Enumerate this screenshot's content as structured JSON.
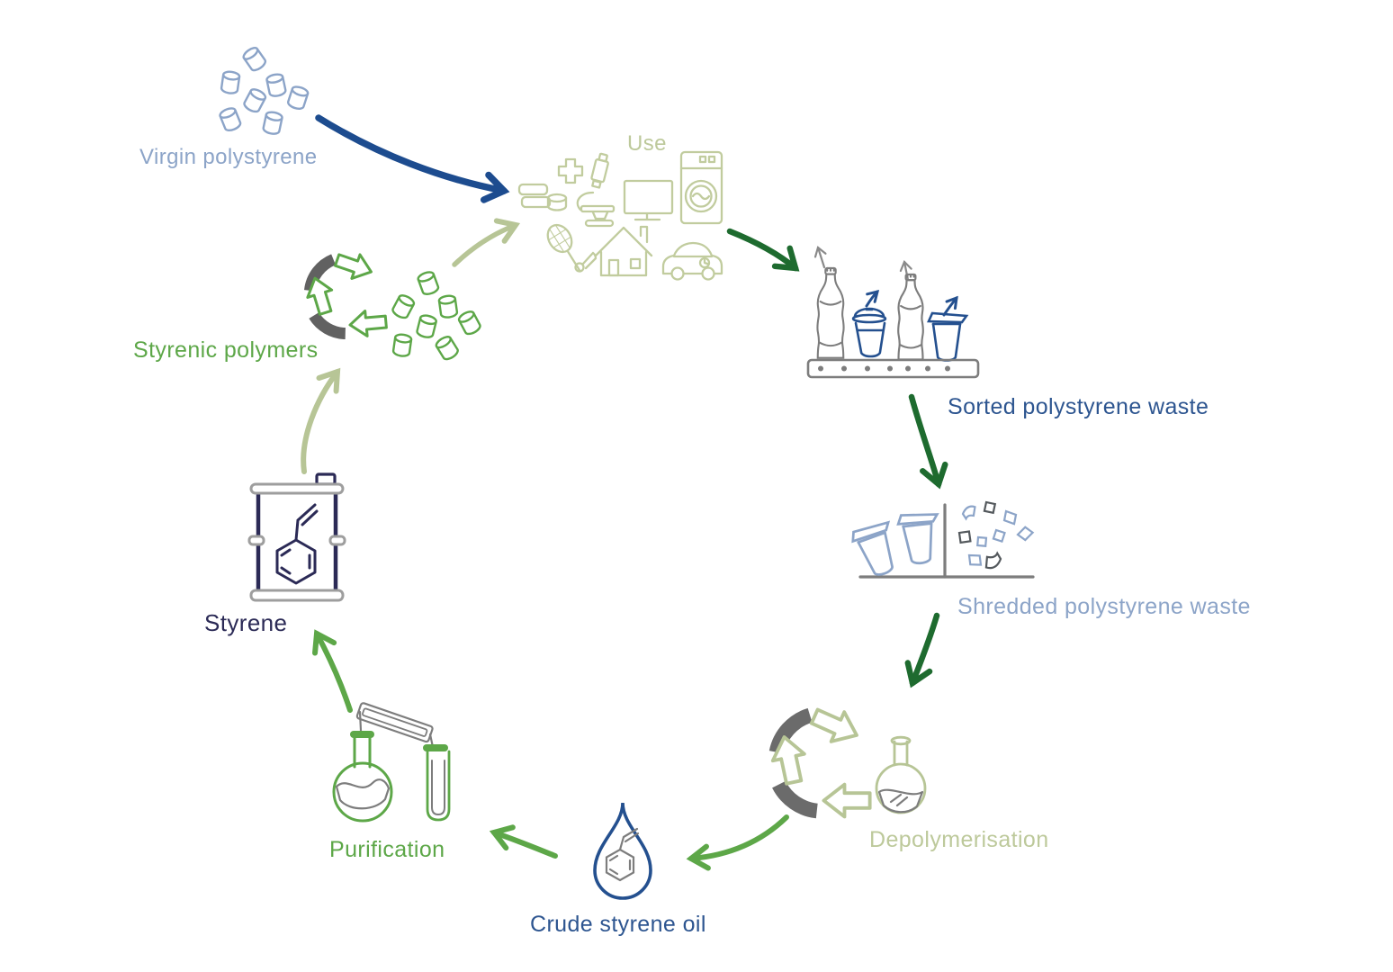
{
  "diagram": {
    "title_hidden": "",
    "nodes": [
      {
        "id": "virgin-polystyrene",
        "label": "Virgin polystyrene",
        "color": "#8ca4c8",
        "icon": "polystyrene-pellets"
      },
      {
        "id": "use",
        "label": "Use",
        "color": "#bdc99b",
        "icons": [
          "food-packaging",
          "medical-cross",
          "microscope",
          "television",
          "washing-machine",
          "badminton-racket",
          "house",
          "car"
        ]
      },
      {
        "id": "sorted-polystyrene-waste",
        "label": "Sorted polystyrene waste",
        "color": "#2d5590",
        "icon": "conveyor-with-bottles-and-cups"
      },
      {
        "id": "shredded-polystyrene-waste",
        "label": "Shredded polystyrene waste",
        "color": "#8ca4c8",
        "icon": "pots-and-shredded-flakes"
      },
      {
        "id": "depolymerisation",
        "label": "Depolymerisation",
        "color": "#bdc99b",
        "icon": "recycling-symbol-with-flask"
      },
      {
        "id": "crude-styrene-oil",
        "label": "Crude styrene oil",
        "color": "#2d5590",
        "icon": "oil-drop-with-styrene-molecule"
      },
      {
        "id": "purification",
        "label": "Purification",
        "color": "#5da748",
        "icon": "distillation-flask-and-test-tube"
      },
      {
        "id": "styrene",
        "label": "Styrene",
        "color": "#2b2a56",
        "icon": "drum-with-styrene-molecule"
      },
      {
        "id": "styrenic-polymers",
        "label": "Styrenic polymers",
        "color": "#5da748",
        "icon": "recycling-symbol-with-pellets"
      }
    ],
    "flow": [
      {
        "from": "virgin-polystyrene",
        "to": "use",
        "arrow_color": "#1d4c8f"
      },
      {
        "from": "use",
        "to": "sorted-polystyrene-waste",
        "arrow_color": "#1e6b2f"
      },
      {
        "from": "sorted-polystyrene-waste",
        "to": "shredded-polystyrene-waste",
        "arrow_color": "#1e6b2f"
      },
      {
        "from": "shredded-polystyrene-waste",
        "to": "depolymerisation",
        "arrow_color": "#1e6b2f"
      },
      {
        "from": "depolymerisation",
        "to": "crude-styrene-oil",
        "arrow_color": "#5da748"
      },
      {
        "from": "crude-styrene-oil",
        "to": "purification",
        "arrow_color": "#5da748"
      },
      {
        "from": "purification",
        "to": "styrene",
        "arrow_color": "#5da748"
      },
      {
        "from": "styrene",
        "to": "styrenic-polymers",
        "arrow_color": "#b7c596"
      },
      {
        "from": "styrenic-polymers",
        "to": "use",
        "arrow_color": "#b7c596"
      }
    ],
    "palette": {
      "light_blue": "#8ca4c8",
      "dark_blue_arrow": "#1d4c8f",
      "medium_blue": "#2d5590",
      "navy": "#2b2a56",
      "pale_sage": "#bdc99b",
      "sage_arrow": "#b7c596",
      "medium_green": "#5da748",
      "dark_green": "#1e6b2f",
      "gray": "#7d7d7d",
      "light_gray": "#9e9e9e",
      "dark_gray": "#5a5f63",
      "background": "#ffffff"
    }
  }
}
